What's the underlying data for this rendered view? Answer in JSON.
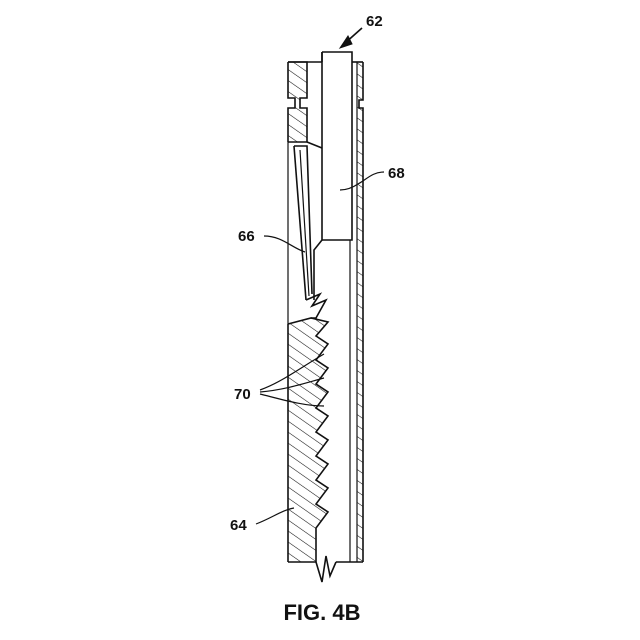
{
  "figure": {
    "caption": "FIG. 4B",
    "labels": {
      "assembly": "62",
      "lower_body": "64",
      "spring_finger": "66",
      "insert": "68",
      "teeth": "70"
    }
  }
}
